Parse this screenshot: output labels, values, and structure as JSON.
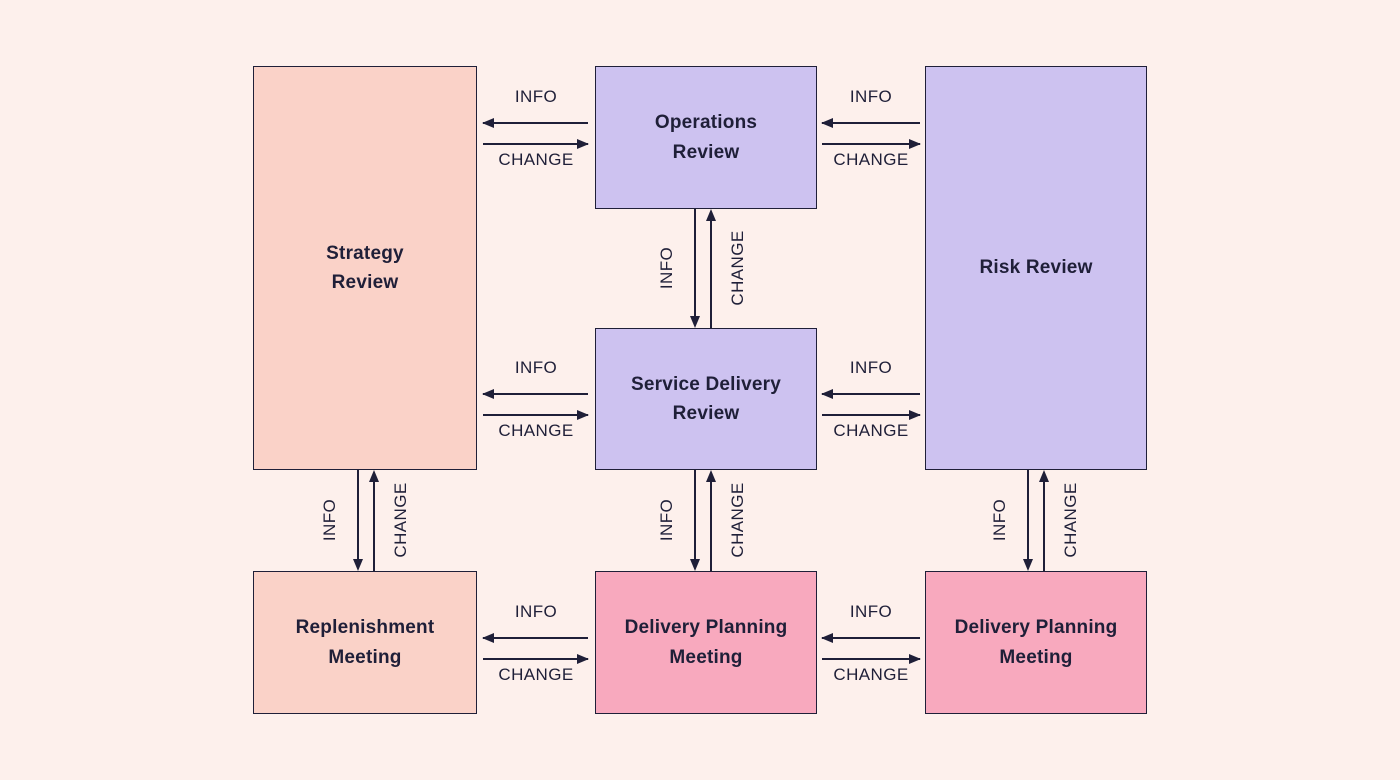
{
  "colors": {
    "background": "#fdf0ec",
    "peach_box": "#fad2c8",
    "lavender_box": "#cdc2f0",
    "pink_box": "#f8a9be",
    "line_and_text": "#1f1f38"
  },
  "labels": {
    "info": "INFO",
    "change": "CHANGE"
  },
  "boxes": {
    "strategy": {
      "label": "Strategy\nReview"
    },
    "operations": {
      "label": "Operations\nReview"
    },
    "risk": {
      "label": "Risk Review"
    },
    "service_delivery": {
      "label": "Service Delivery\nReview"
    },
    "replenishment": {
      "label": "Replenishment\nMeeting"
    },
    "delivery_planning_center": {
      "label": "Delivery Planning\nMeeting"
    },
    "delivery_planning_right": {
      "label": "Delivery Planning\nMeeting"
    }
  },
  "connections": [
    {
      "from": "Operations Review",
      "to": "Strategy Review",
      "label": "INFO"
    },
    {
      "from": "Strategy Review",
      "to": "Operations Review",
      "label": "CHANGE"
    },
    {
      "from": "Risk Review",
      "to": "Operations Review",
      "label": "INFO"
    },
    {
      "from": "Operations Review",
      "to": "Risk Review",
      "label": "CHANGE"
    },
    {
      "from": "Operations Review",
      "to": "Service Delivery Review",
      "label": "INFO"
    },
    {
      "from": "Service Delivery Review",
      "to": "Operations Review",
      "label": "CHANGE"
    },
    {
      "from": "Service Delivery Review",
      "to": "Strategy Review",
      "label": "INFO"
    },
    {
      "from": "Strategy Review",
      "to": "Service Delivery Review",
      "label": "CHANGE"
    },
    {
      "from": "Risk Review",
      "to": "Service Delivery Review",
      "label": "INFO"
    },
    {
      "from": "Service Delivery Review",
      "to": "Risk Review",
      "label": "CHANGE"
    },
    {
      "from": "Strategy Review",
      "to": "Replenishment Meeting",
      "label": "INFO"
    },
    {
      "from": "Replenishment Meeting",
      "to": "Strategy Review",
      "label": "CHANGE"
    },
    {
      "from": "Service Delivery Review",
      "to": "Delivery Planning Meeting (center)",
      "label": "INFO"
    },
    {
      "from": "Delivery Planning Meeting (center)",
      "to": "Service Delivery Review",
      "label": "CHANGE"
    },
    {
      "from": "Risk Review",
      "to": "Delivery Planning Meeting (right)",
      "label": "INFO"
    },
    {
      "from": "Delivery Planning Meeting (right)",
      "to": "Risk Review",
      "label": "CHANGE"
    },
    {
      "from": "Delivery Planning Meeting (center)",
      "to": "Replenishment Meeting",
      "label": "INFO"
    },
    {
      "from": "Replenishment Meeting",
      "to": "Delivery Planning Meeting (center)",
      "label": "CHANGE"
    },
    {
      "from": "Delivery Planning Meeting (right)",
      "to": "Delivery Planning Meeting (center)",
      "label": "INFO"
    },
    {
      "from": "Delivery Planning Meeting (center)",
      "to": "Delivery Planning Meeting (right)",
      "label": "CHANGE"
    }
  ]
}
